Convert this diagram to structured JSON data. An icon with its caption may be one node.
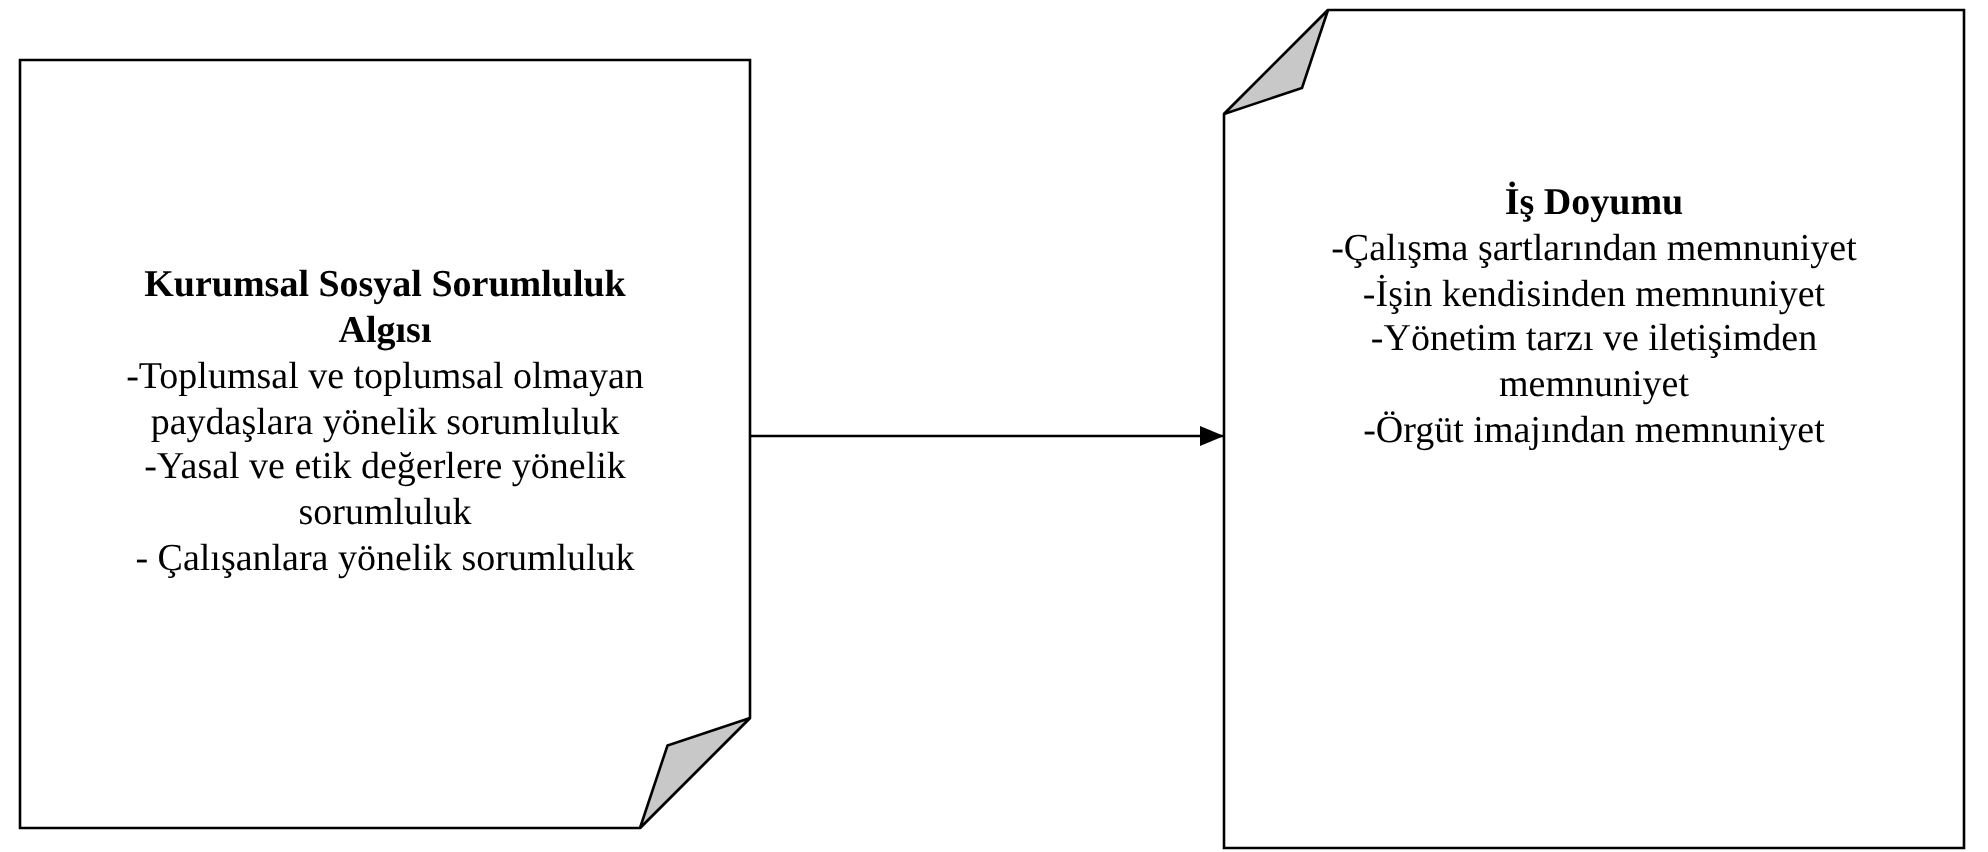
{
  "diagram": {
    "nodes": [
      {
        "text": [
          "Kurumsal Sosyal Sorumluluk Algısı",
          "-Toplumsal ve toplumsal olmayan paydaşlara yönelik sorumluluk",
          "-Yasal ve etik değerlere yönelik sorumluluk",
          "- Çalışanlara yönelik sorumluluk"
        ]
      },
      {
        "text": [
          "İş Doyumu",
          "-Çalışma şartlarından memnuniyet",
          "-İşin kendisinden memnuniyet",
          "-Yönetim tarzı ve iletişimden memnuniyet",
          "-Örgüt imajından memnuniyet"
        ]
      }
    ],
    "edges": [
      {
        "from": 0,
        "to": 1,
        "arrow": "to"
      }
    ]
  }
}
